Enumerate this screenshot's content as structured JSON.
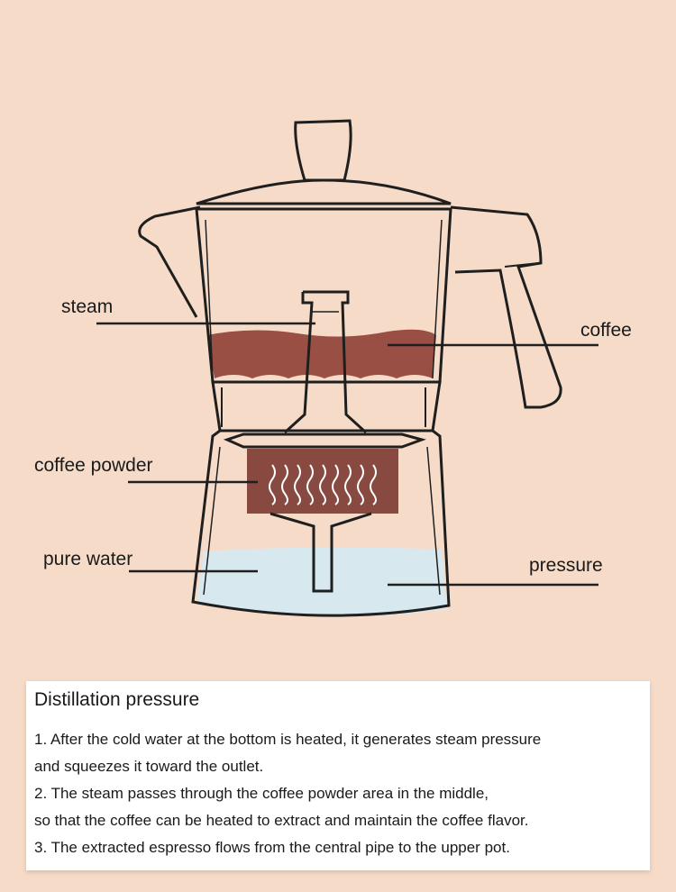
{
  "diagram": {
    "labels": {
      "steam": "steam",
      "coffee": "coffee",
      "coffee_powder": "coffee powder",
      "pure_water": "pure water",
      "pressure": "pressure"
    },
    "colors": {
      "background": "#f6dcc8",
      "coffee": "#9a4f45",
      "coffee_powder": "#874940",
      "water": "#d7e8ee",
      "outline": "#1f1f1f"
    }
  },
  "info": {
    "title": "Distillation pressure",
    "lines": [
      "1. After the cold water at the bottom is heated, it generates steam pressure",
      "and squeezes it toward the outlet.",
      "2. The steam passes through the coffee powder area in the middle,",
      "so that the coffee can be heated to extract and maintain the coffee flavor.",
      "3. The extracted espresso flows from the central pipe to the upper pot."
    ]
  }
}
